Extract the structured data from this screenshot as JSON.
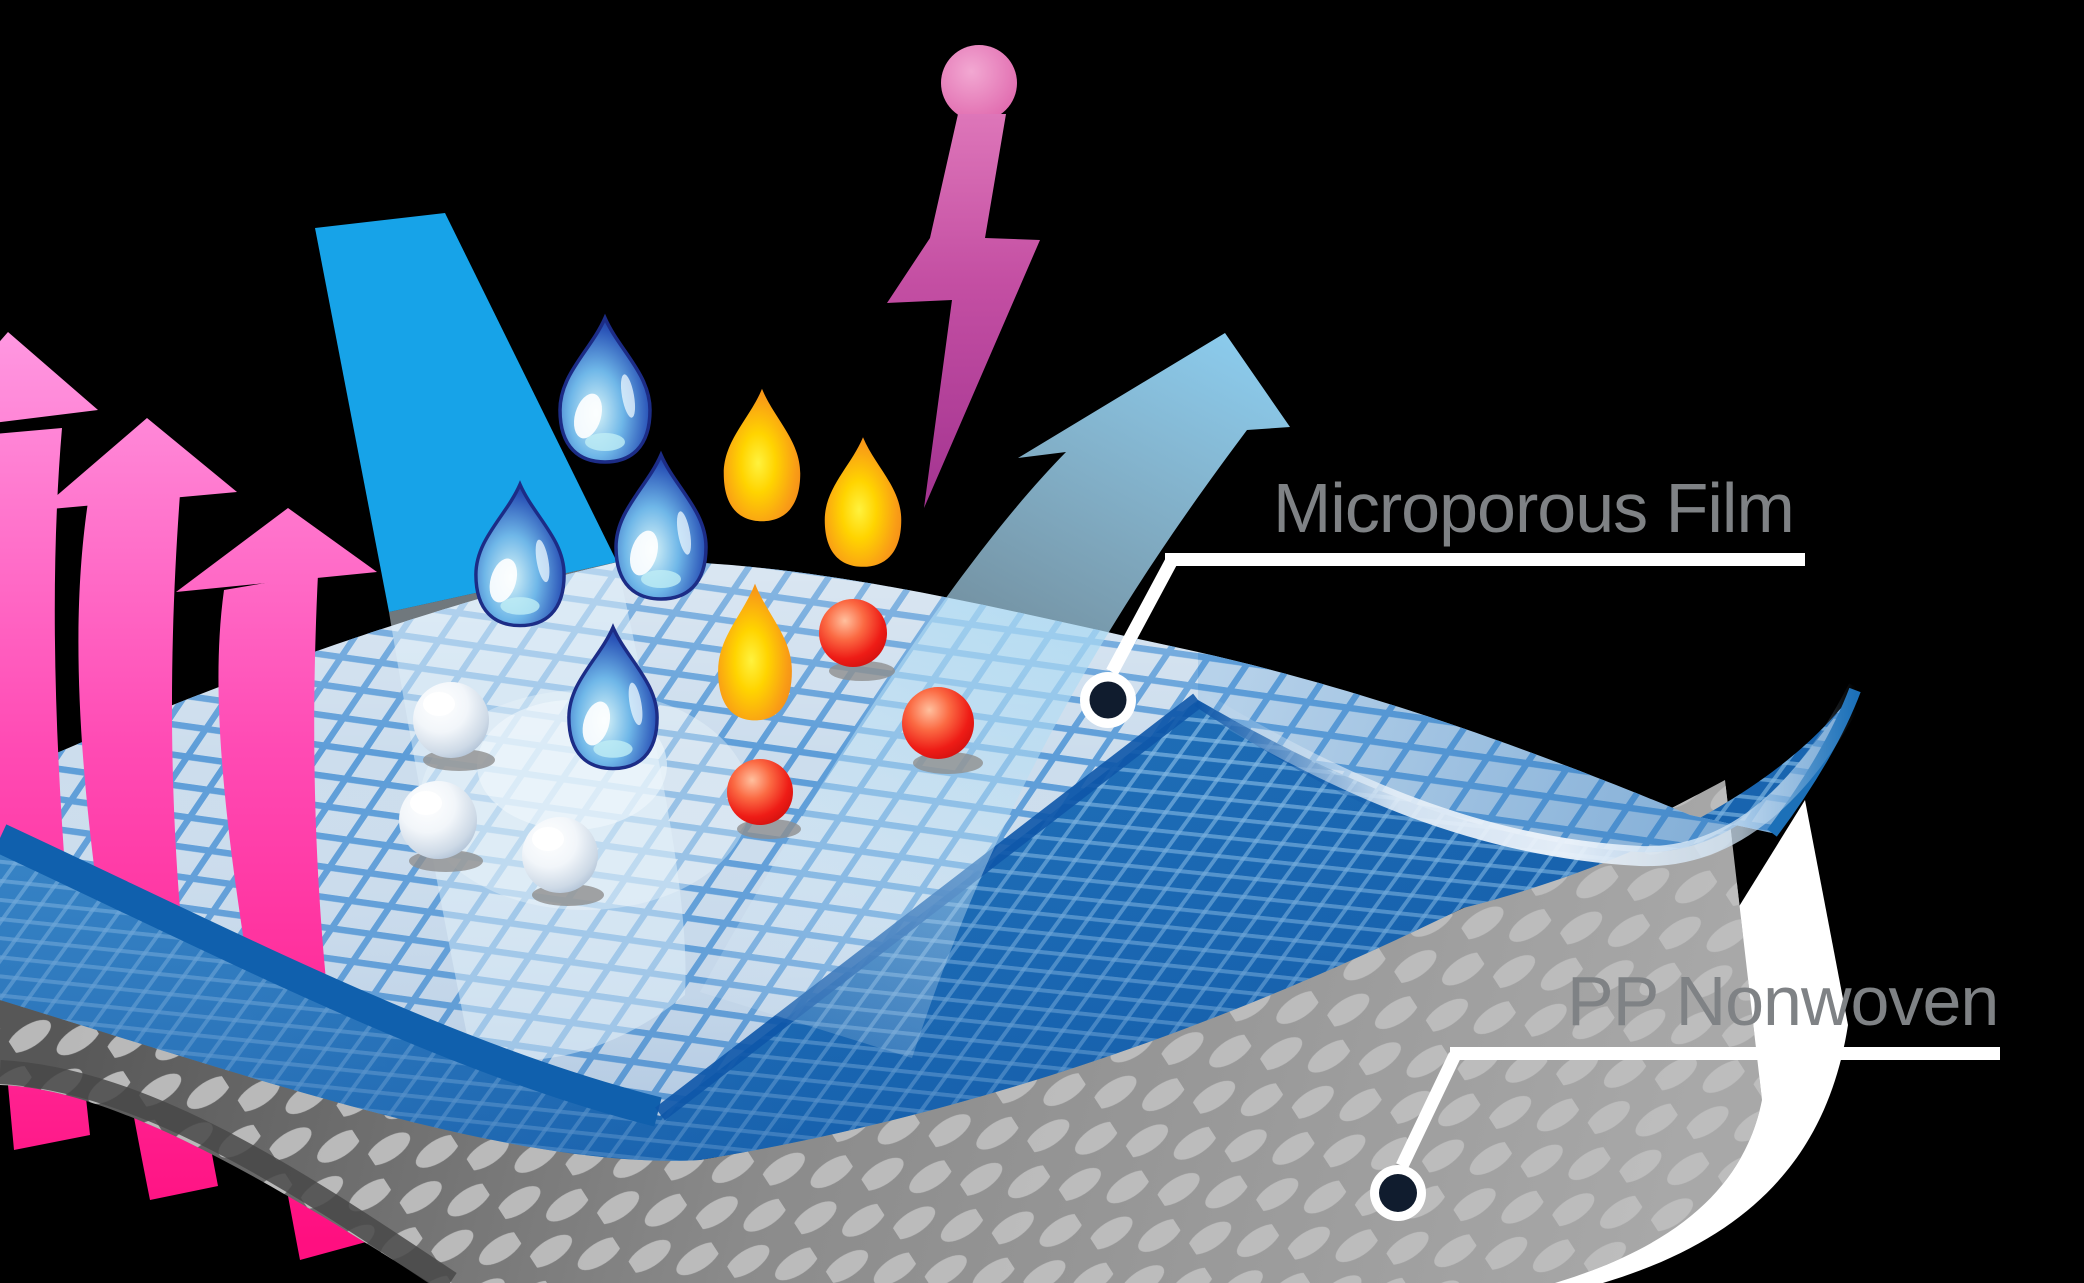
{
  "diagram": {
    "type": "material-layer-illustration",
    "labels": {
      "film": {
        "text": "Microporous Film",
        "color": "#7f8285"
      },
      "nonwoven": {
        "text": "PP Nonwoven",
        "color": "#7f8285"
      }
    },
    "leaders": {
      "line_color": "#ffffff",
      "dot_fill": "#101c2e",
      "dot_ring": "#ffffff"
    },
    "palette": {
      "background": "#000000",
      "film_top_mesh": "#ccdded",
      "film_mesh_line": "#5d9dd8",
      "film_underside": "#1d69b2",
      "film_rim": "#1060ad",
      "nonwoven_gray": "#8b8b8b",
      "nonwoven_dot": "#bdbdbd",
      "breath_arrow_pink_top": "#ff96e0",
      "breath_arrow_pink_bottom": "#ff0f80",
      "water_column_cyan": "#17a3e8",
      "vapor_arrow_blue": "#8fd0f2",
      "water_drop_blue": "#2b55b8",
      "oil_drop_orange": "#f99d16",
      "particle_red": "#ee1c16",
      "bubble_white": "#f2f6fa",
      "static_bolt_magenta": "#b5338f"
    },
    "icons": [
      "breathability-arrow-icon",
      "water-column-icon",
      "water-droplet-icon",
      "oil-droplet-icon",
      "bacteria-particle-icon",
      "air-bubble-icon",
      "static-bolt-icon",
      "vapor-escape-arrow-icon",
      "leader-dot-icon"
    ],
    "element_counts": {
      "breathability_arrows": 3,
      "water_droplets": 4,
      "oil_droplets": 3,
      "red_particles": 3,
      "air_bubbles": 3
    }
  }
}
